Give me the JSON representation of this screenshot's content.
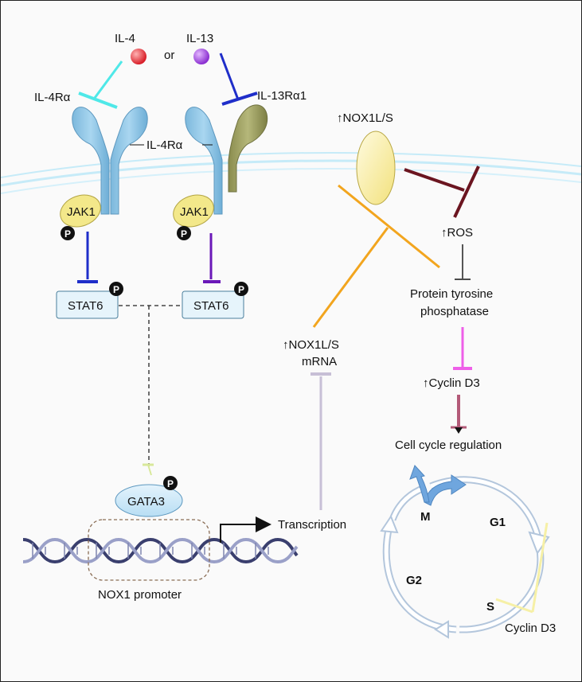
{
  "ligands": {
    "il4": "IL-4",
    "or": "or",
    "il13": "IL-13"
  },
  "receptors": {
    "il4ra_left": "IL-4Rα",
    "il13ra1": "IL-13Rα1",
    "il4ra_middle": "IL-4Rα"
  },
  "kinases": {
    "jak1_left": "JAK1",
    "jak1_right": "JAK1"
  },
  "phospho": "P",
  "stat6_left": "STAT6",
  "stat6_right": "STAT6",
  "gata3": "GATA3",
  "promoter": "NOX1 promoter",
  "transcription": "Transcription",
  "nox_membrane": "NOX1L/S",
  "nox_mrna": {
    "line1": "NOX1L/S",
    "line2": "mRNA"
  },
  "ros": "ROS",
  "ptp": {
    "line1": "Protein tyrosine",
    "line2": "phosphatase"
  },
  "cyclin_d3_up": "Cyclin D3",
  "cell_cycle_regulation": "Cell cycle regulation",
  "phases": {
    "m": "M",
    "g1": "G1",
    "g2": "G2",
    "s": "S"
  },
  "cyclin_d3_cycle": "Cyclin D3",
  "up_arrow": "↑",
  "colors": {
    "receptor_blue": "#8fc6e6",
    "receptor_olive": "#9a9c5c",
    "jak_yellow": "#f3e88a",
    "il4_red": "#e0323a",
    "il13_purple": "#9b3fd6",
    "membrane": "#bfe6f5",
    "orange": "#f2a51e",
    "maroon": "#6b1520",
    "magenta": "#ee5fe8",
    "rose": "#b35a78",
    "stat_fill": "#e6f4fb"
  }
}
